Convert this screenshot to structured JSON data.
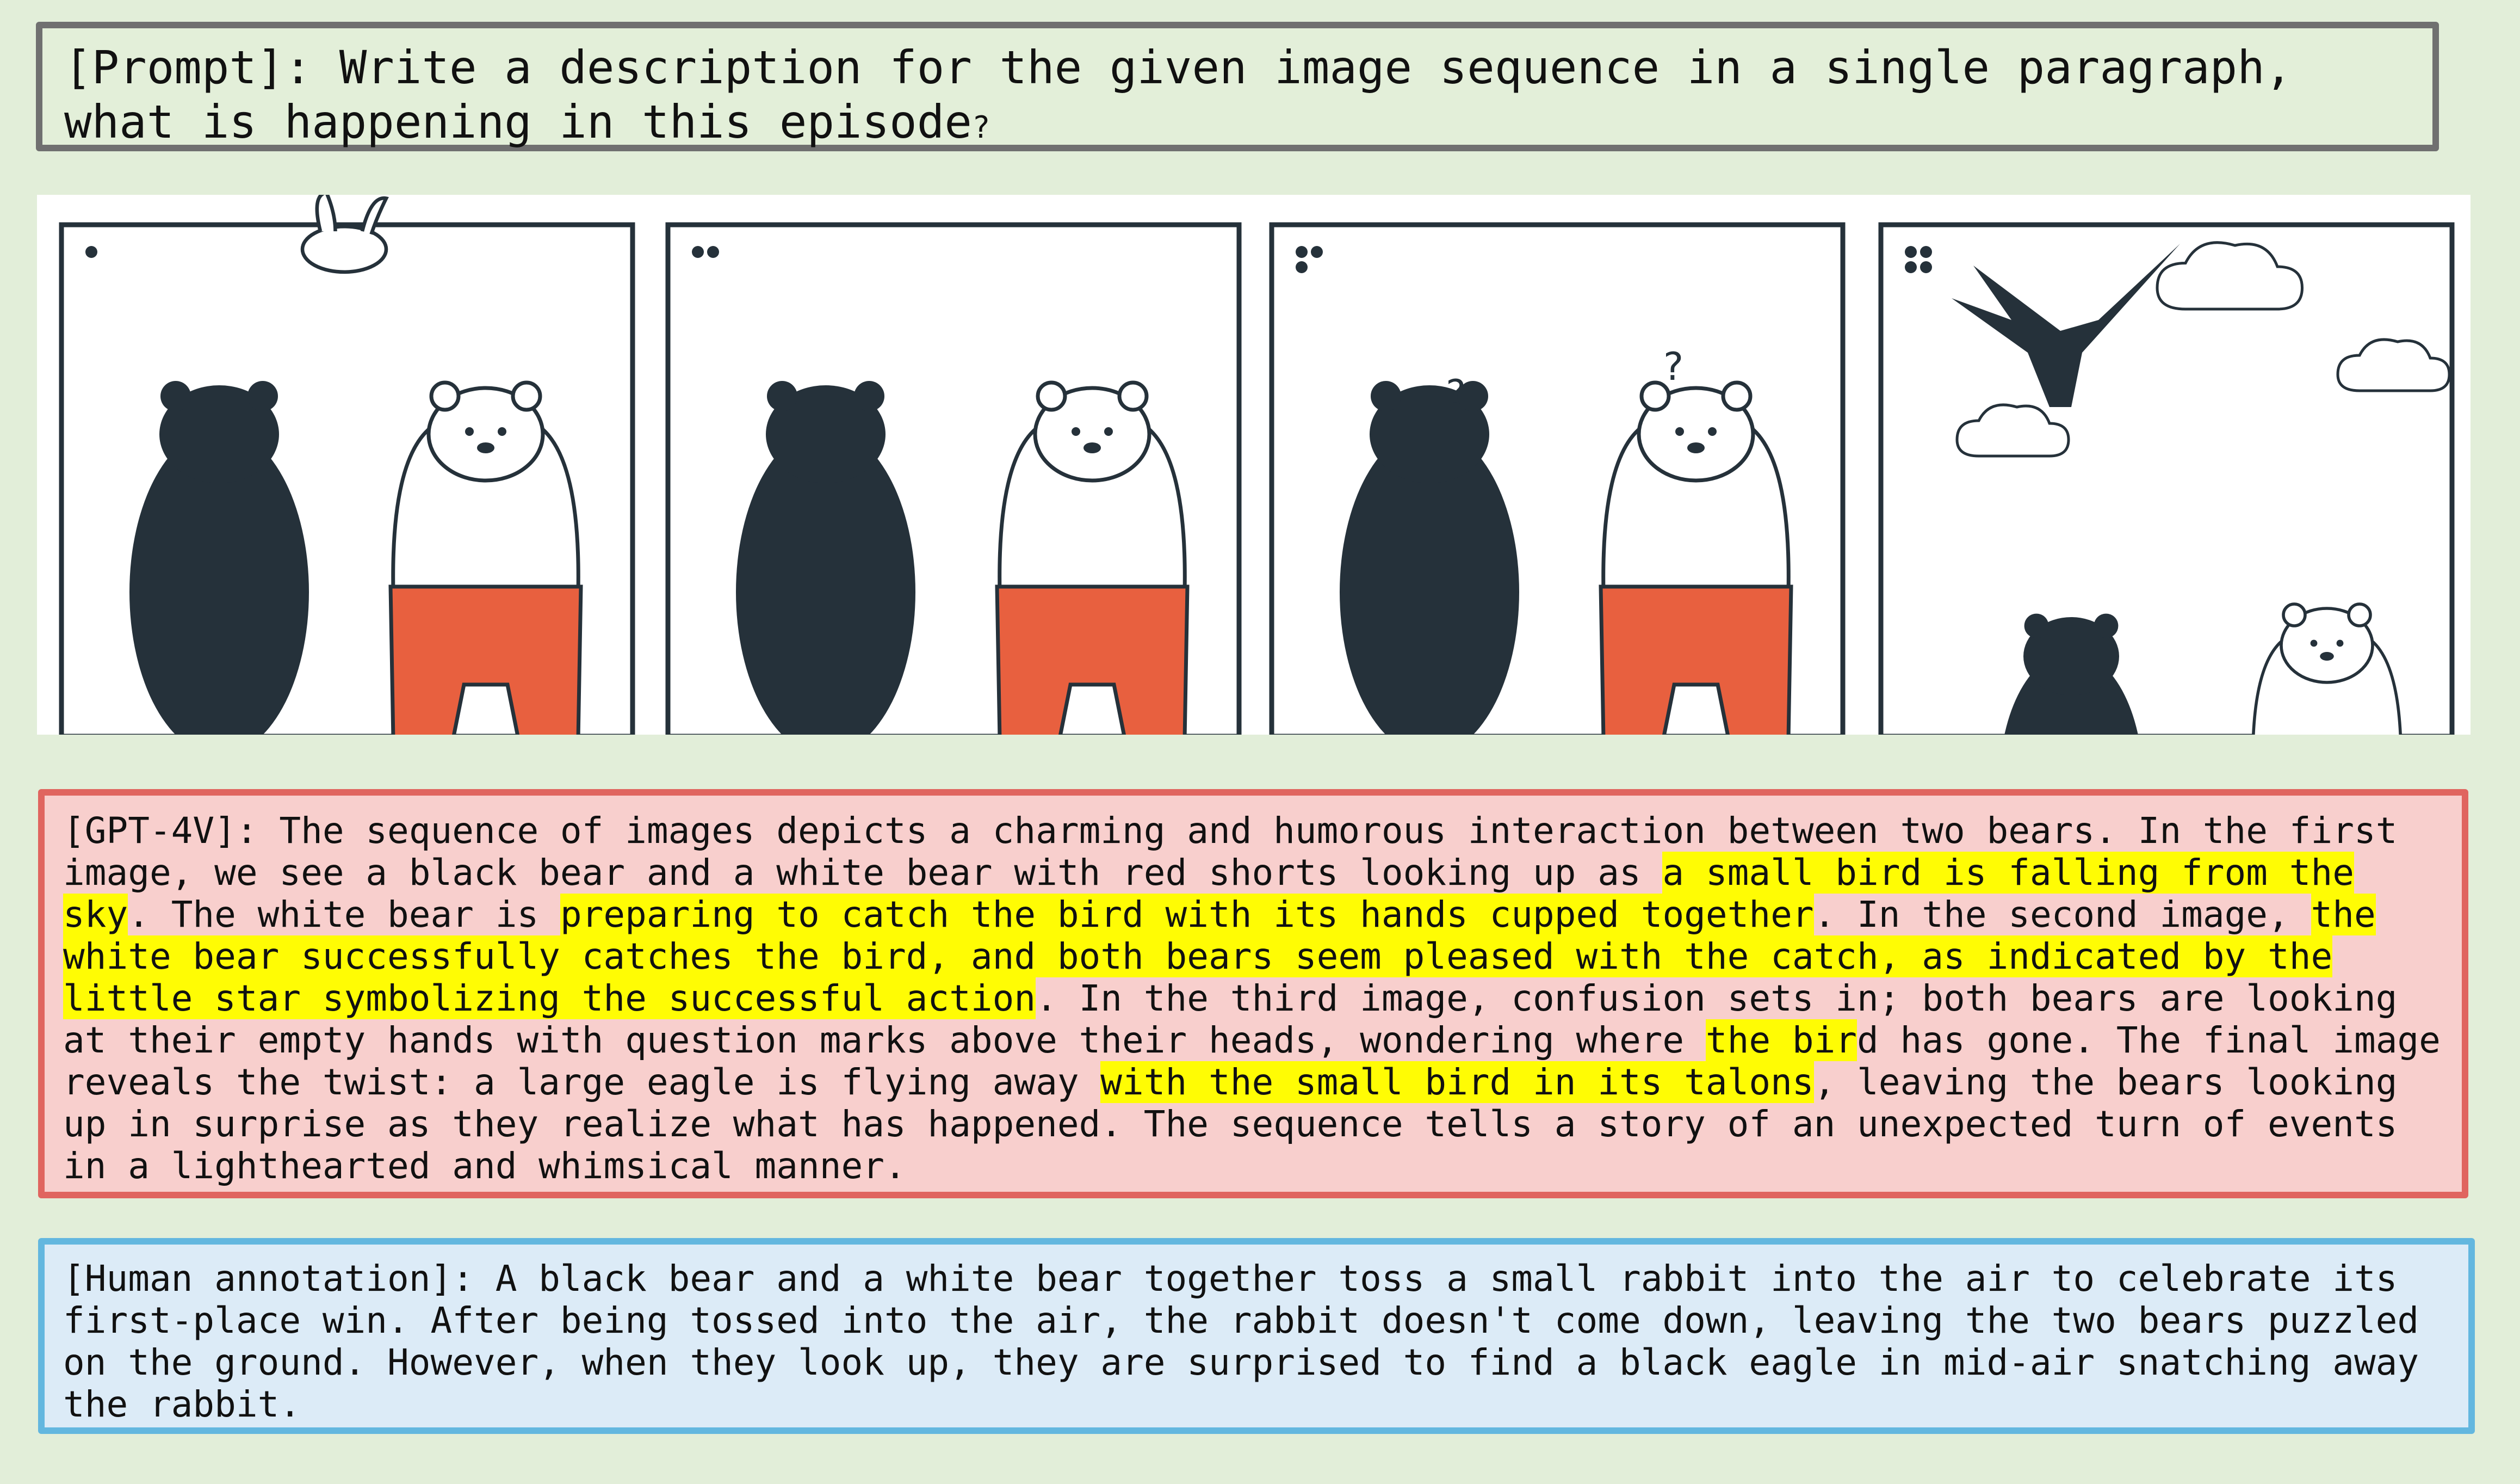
{
  "prompt": {
    "label": "[Prompt]:",
    "text": " Write a description for the given image sequence in a single paragraph, what is happening in this episode",
    "end": "?"
  },
  "comic": {
    "panels": [
      {
        "index": 1,
        "dots": 1
      },
      {
        "index": 2,
        "dots": 2
      },
      {
        "index": 3,
        "dots": 3
      },
      {
        "index": 4,
        "dots": 4
      }
    ],
    "colors": {
      "ink": "#25313a",
      "shorts": "#e8603f",
      "paper": "#ffffff"
    }
  },
  "gpt": {
    "label": "[GPT-4V]:",
    "segments": [
      {
        "text": " The sequence of images depicts a charming and humorous interaction between two bears. In the first image, we see a black bear and a white bear with red shorts looking up as ",
        "hl": false
      },
      {
        "text": "a small bird is falling from the sky",
        "hl": true
      },
      {
        "text": ". The white bear is ",
        "hl": false
      },
      {
        "text": "preparing to catch the bird with its hands cupped together",
        "hl": true
      },
      {
        "text": ". In the second image, ",
        "hl": false
      },
      {
        "text": "the white bear successfully catches the bird, and both bears seem pleased with the catch, as indicated by the little star symbolizing the successful action",
        "hl": true
      },
      {
        "text": ". In the third image, confusion sets in; both bears are looking at their empty hands with question marks above their heads, wondering where ",
        "hl": false
      },
      {
        "text": "the bir",
        "hl": true
      },
      {
        "text": "d has gone. The final image reveals the twist: a large eagle is flying away ",
        "hl": false
      },
      {
        "text": "with the small bird in its talons",
        "hl": true
      },
      {
        "text": ", leaving the bears looking up in surprise as they realize what has happened. The sequence tells a story of an unexpected turn of events in a lighthearted and whimsical manner.",
        "hl": false
      }
    ]
  },
  "human": {
    "label": "[Human annotation]:",
    "text": " A black bear and a white bear together toss a small rabbit into the air to celebrate its first-place win. After being tossed into the air, the rabbit doesn't come down, leaving the two bears puzzled on the ground. However, when they look up, they are surprised to find a black eagle in mid-air snatching away the rabbit."
  },
  "colors": {
    "background": "#e2eed9",
    "prompt_border": "#707070",
    "gpt_bg": "#f8cfcd",
    "gpt_border": "#e0655f",
    "human_bg": "#dcebf7",
    "human_border": "#63b7df",
    "highlight": "#fffc04"
  }
}
